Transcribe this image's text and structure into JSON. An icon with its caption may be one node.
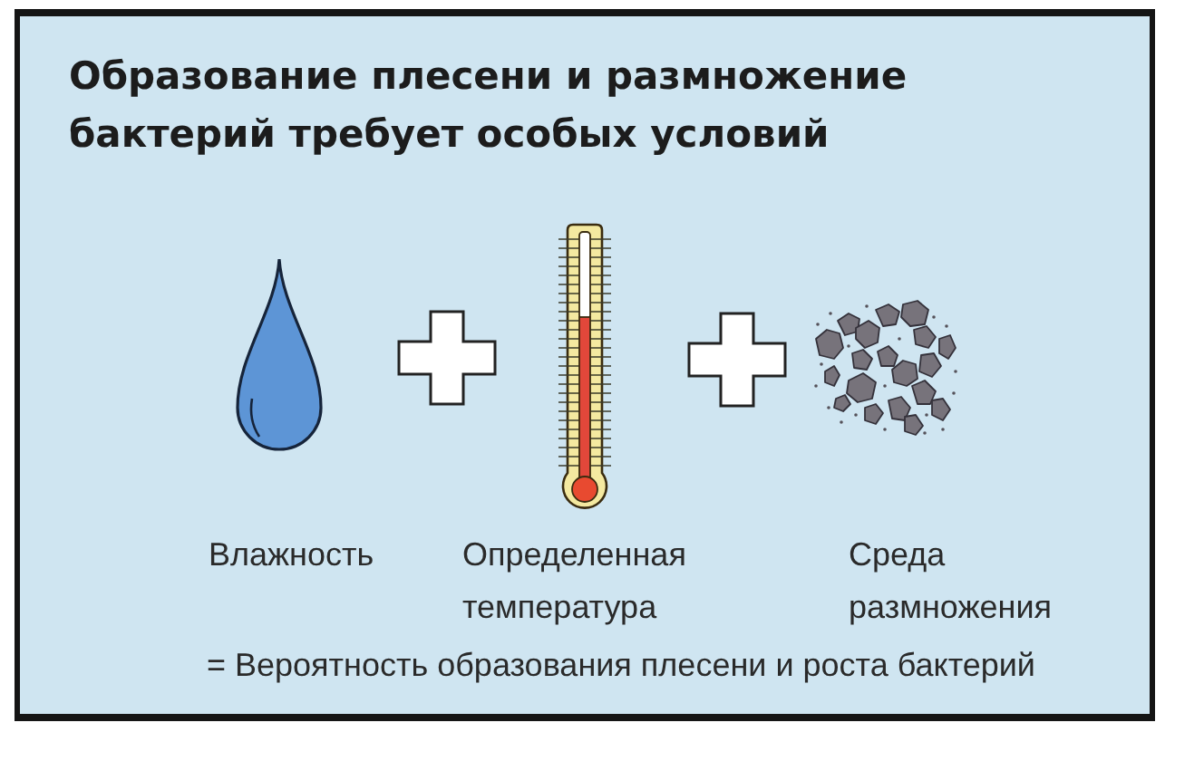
{
  "diagram": {
    "title": "Образование плесени и размножение бактерий требует особых условий",
    "labels": [
      "Влажность",
      "Определенная температура",
      "Среда размножения",
      "= Вероятность образования плесени и роста бактерий"
    ]
  }
}
